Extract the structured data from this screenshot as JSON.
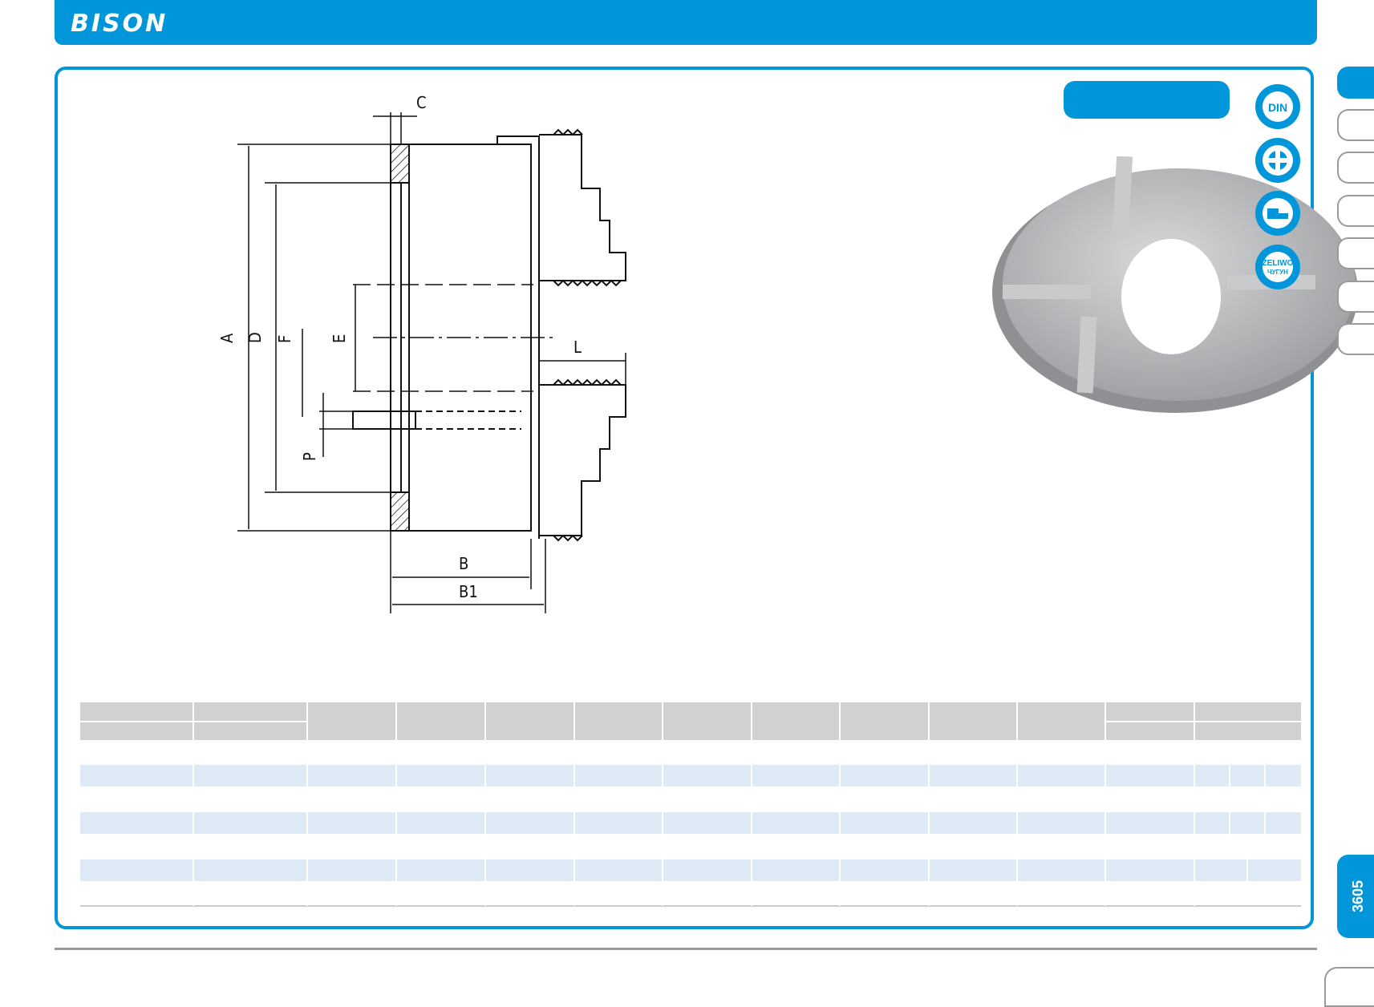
{
  "header": {
    "brand": "BISON"
  },
  "drawing": {
    "dimension_labels": {
      "A": "A",
      "D": "D",
      "F": "F",
      "E": "E",
      "C": "C",
      "L": "L",
      "P": "P",
      "B": "B",
      "B1": "B1"
    }
  },
  "certifications": {
    "items": [
      {
        "icon": "din-badge-icon",
        "text": "DIN"
      },
      {
        "icon": "cross-badge-icon",
        "text": ""
      },
      {
        "icon": "steel-badge-icon",
        "text": ""
      },
      {
        "icon": "zeliwo-badge-icon",
        "text": "ŻELIWO",
        "subtext": "ЧУГУН"
      }
    ]
  },
  "page": {
    "number": "3605"
  },
  "colors": {
    "brand_blue": "#0096d9",
    "header_gray": "#d0d1d3",
    "row_blue": "#deebf6",
    "border_gray": "#9a9a9a"
  },
  "table": {
    "rows": [
      {
        "style": "header"
      },
      {
        "style": "white"
      },
      {
        "style": "blue"
      },
      {
        "style": "white"
      },
      {
        "style": "blue"
      },
      {
        "style": "white"
      },
      {
        "style": "blue"
      },
      {
        "style": "white"
      }
    ]
  }
}
